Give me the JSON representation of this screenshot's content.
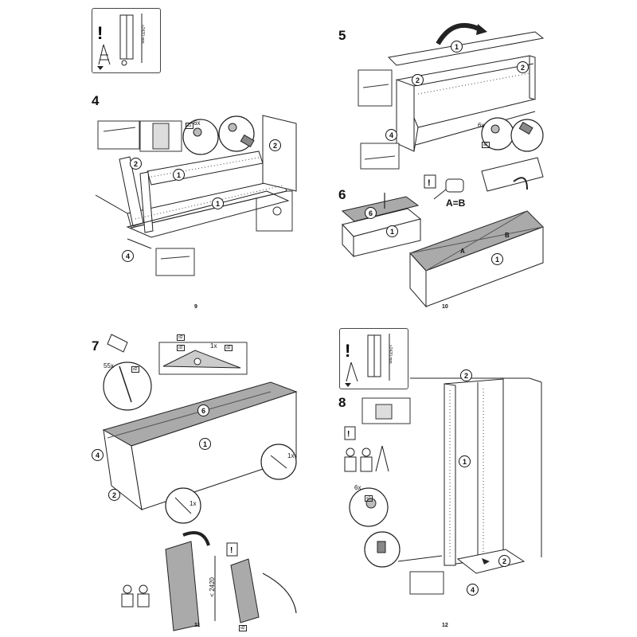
{
  "pages": [
    {
      "page_number": "9",
      "warning_height_label": "≥2420 mm.",
      "steps": [
        {
          "number": "4",
          "badges": [
            "1",
            "1",
            "2",
            "2",
            "4"
          ],
          "count_label": "6x",
          "ref_label": "a1"
        }
      ]
    },
    {
      "page_number": "10",
      "steps": [
        {
          "number": "5",
          "badges": [
            "1",
            "2",
            "2",
            "4"
          ],
          "count_label": "6x",
          "ref_label": "a1"
        },
        {
          "number": "6",
          "badges": [
            "6",
            "1",
            "1"
          ],
          "diag_labels": [
            "A",
            "B"
          ],
          "equation": "A=B"
        }
      ]
    },
    {
      "page_number": "11",
      "steps": [
        {
          "number": "7",
          "badges": [
            "6",
            "1",
            "4",
            "2"
          ],
          "count_labels": [
            "55x",
            "1x",
            "1x",
            "1x"
          ],
          "ref_labels": [
            "d2",
            "d2",
            "d2",
            "d2",
            "d2"
          ],
          "height_label": "< 2420"
        }
      ]
    },
    {
      "page_number": "12",
      "warning_height_label": "≥2420 mm.",
      "steps": [
        {
          "number": "8",
          "badges": [
            "2",
            "1",
            "2",
            "4"
          ],
          "count_label": "6x",
          "ref_label": "a1"
        }
      ]
    }
  ]
}
